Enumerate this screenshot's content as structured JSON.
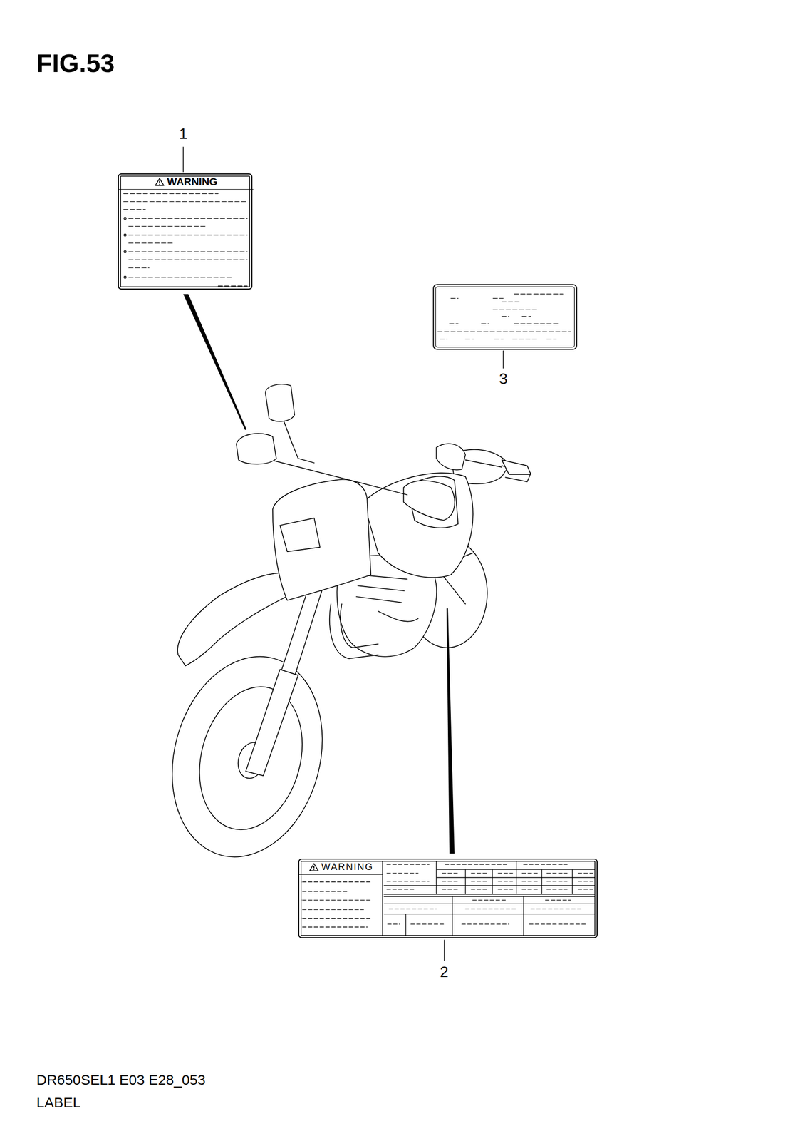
{
  "diagram": {
    "title": "FIG.53",
    "nodes": [
      {
        "text": [
          "WARNING"
        ]
      },
      {
        "text": [
          "WARNING"
        ]
      }
    ],
    "labels": [
      "1",
      "3",
      "2",
      "DR650SEL1 E03 E28_053",
      "LABEL"
    ]
  }
}
